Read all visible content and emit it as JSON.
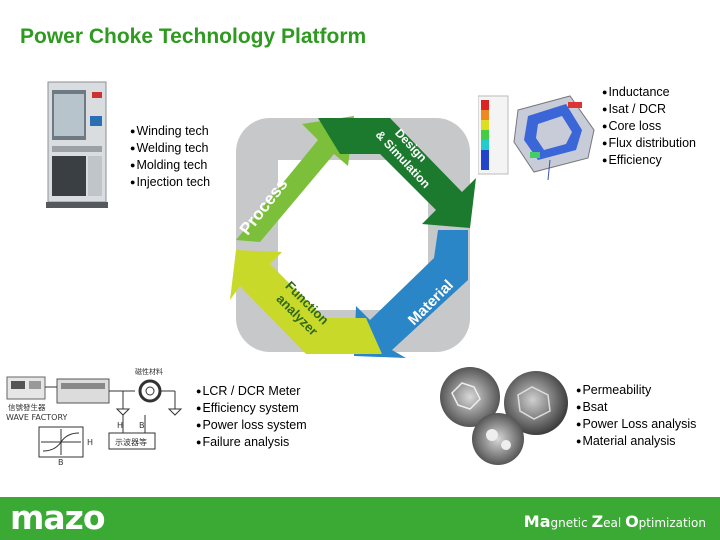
{
  "title": "Power Choke Technology Platform",
  "cycle": {
    "process": "Process",
    "design_line1": "Design",
    "design_line2": "& Simulation",
    "material": "Material",
    "function_line1": "Function",
    "function_line2": "analyzer"
  },
  "process_list": [
    "Winding tech",
    "Welding tech",
    "Molding tech",
    "Injection tech"
  ],
  "design_list": [
    "Inductance",
    "Isat / DCR",
    "Core loss",
    "Flux distribution",
    "Efficiency"
  ],
  "function_list": [
    "LCR / DCR Meter",
    "Efficiency system",
    "Power loss system",
    "Failure analysis"
  ],
  "material_list": [
    "Permeability",
    "Bsat",
    "Power Loss analysis",
    "Material analysis"
  ],
  "circuit": {
    "signal_gen_cn": "信號發生器",
    "wave_factory": "WAVE FACTORY",
    "magnetic_material": "磁性材料",
    "oscilloscope": "示波器等",
    "h_label": "H",
    "b_label": "B"
  },
  "footer": {
    "logo": "mazo",
    "tag_m": "Ma",
    "tag_gnetic": "gnetic ",
    "tag_z": "Z",
    "tag_eal": "eal ",
    "tag_o": "O",
    "tag_ptimization": "ptimization"
  },
  "colors": {
    "title_green": "#2e9a1f",
    "footer_green": "#3aaa35",
    "process_green": "#7cbf3a",
    "design_green": "#1b7a2e",
    "material_blue": "#2b86c8",
    "function_yellow": "#c8d92a"
  }
}
